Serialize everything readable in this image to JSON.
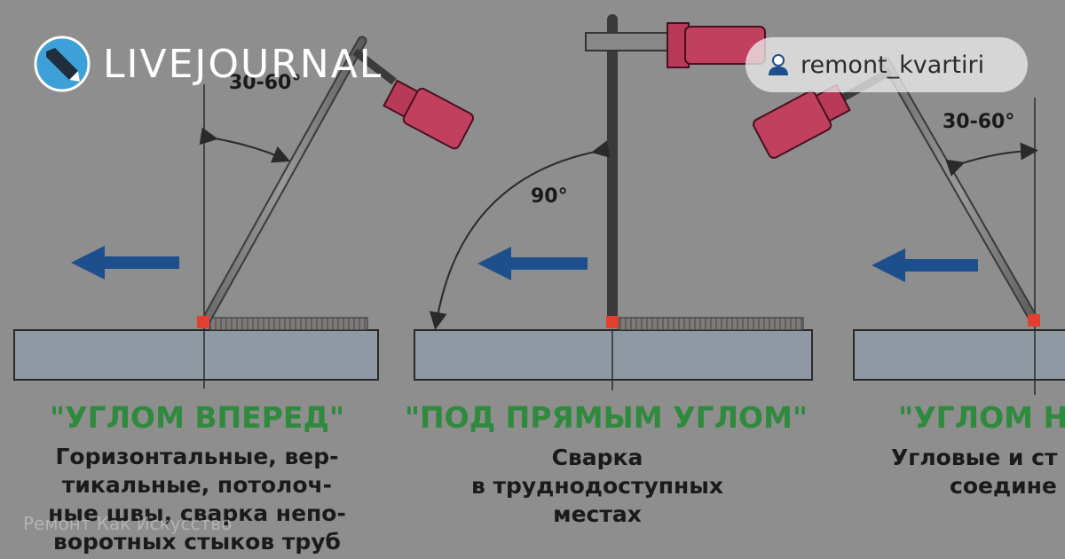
{
  "header": {
    "site_name": "LIVEJOURNAL",
    "username": "remont_kvartiri"
  },
  "watermark": "Ремонт Как Искусство",
  "panels": [
    {
      "angle_label": "30-60°",
      "title": "\"УГЛОМ ВПЕРЕД\"",
      "desc_lines": [
        "Горизонтальные, вер-",
        "тикальные, потолоч-",
        "ные швы, сварка непо-",
        "воротных стыков труб"
      ]
    },
    {
      "angle_label": "90°",
      "title": "\"ПОД ПРЯМЫМ УГЛОМ\"",
      "desc_lines": [
        "Сварка",
        "в труднодоступных",
        "местах"
      ]
    },
    {
      "angle_label": "30-60°",
      "title": "\"УГЛОМ НА",
      "desc_lines": [
        "Угловые и ст",
        "соедине"
      ]
    }
  ],
  "colors": {
    "background": "#8e8e8e",
    "title_green": "#2f8a3d",
    "arrow_blue": "#1d4f8c",
    "holder_red": "#c0405e",
    "plate": "#8f99a3",
    "text_dark": "#1a1a1a",
    "logo_blue": "#3da0d8"
  },
  "icons": {
    "logo": "livejournal-pencil-icon",
    "user": "user-icon"
  }
}
